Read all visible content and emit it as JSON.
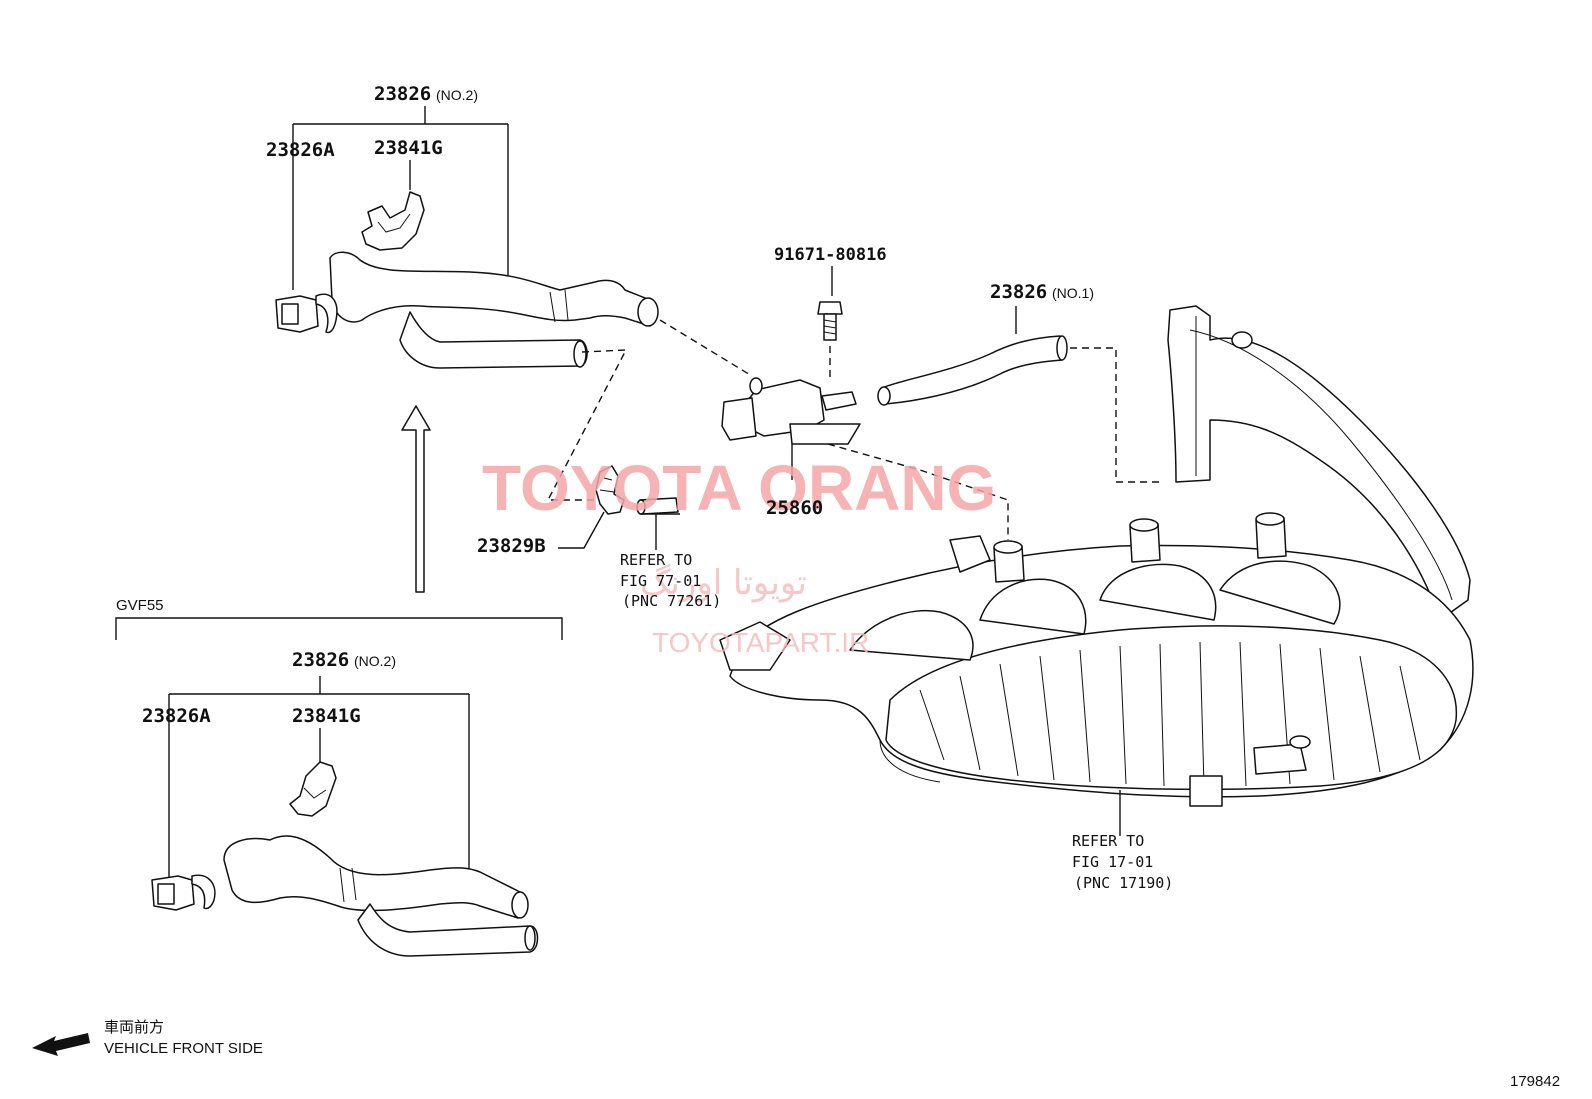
{
  "labels": {
    "top_23826": "23826",
    "top_23826_sub": "(NO.2)",
    "top_23826A": "23826A",
    "top_23841G": "23841G",
    "bolt": "91671-80816",
    "hose_no1": "23826",
    "hose_no1_sub": "(NO.1)",
    "valve": "25860",
    "clip": "23829B",
    "ref_77_line1": "REFER TO",
    "ref_77_line2": "FIG 77-01",
    "ref_77_line3": "(PNC 77261)",
    "ref_17_line1": "REFER TO",
    "ref_17_line2": "FIG 17-01",
    "ref_17_line3": "(PNC 17190)",
    "variant": "GVF55",
    "bot_23826": "23826",
    "bot_23826_sub": "(NO.2)",
    "bot_23826A": "23826A",
    "bot_23841G": "23841G",
    "front_jp": "車両前方",
    "front_en": "VEHICLE FRONT SIDE",
    "figure_number": "179842"
  },
  "watermark": {
    "title": "TOYOTA ORANG",
    "farsi": "تویوتا اورنگ",
    "url": "TOYOTAPART.IR",
    "color": "#f4a6a6"
  }
}
